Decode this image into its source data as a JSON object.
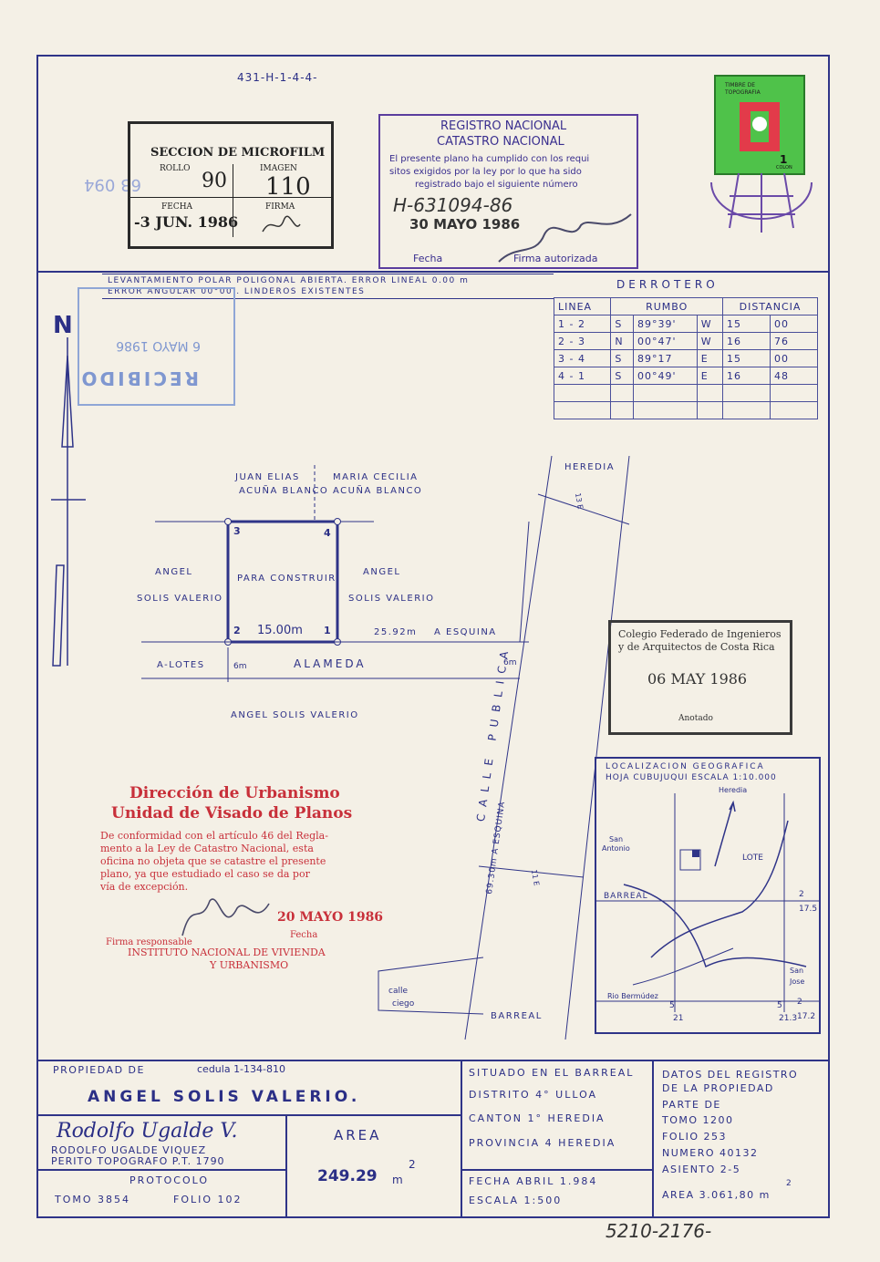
{
  "header": {
    "ref": "431-H-1-4-4-",
    "side_number": "63 094"
  },
  "microfilm": {
    "title": "SECCION DE MICROFILM",
    "rollo_label": "ROLLO",
    "rollo": "90",
    "imagen_label": "IMAGEN",
    "imagen": "110",
    "fecha_label": "FECHA",
    "fecha": "-3 JUN. 1986",
    "firma_label": "FIRMA"
  },
  "registro": {
    "line1": "REGISTRO NACIONAL",
    "line2": "CATASTRO NACIONAL",
    "body1": "El presente plano ha cumplido con los requi",
    "body2": "sitos exigidos por la ley por lo que ha sido",
    "body3": "registrado bajo el siguiente número",
    "number": "H-631094-86",
    "date": "30 MAYO 1986",
    "fecha_label": "Fecha",
    "firma_label": "Firma autorizada"
  },
  "timbre": {
    "line1": "TIMBRE DE",
    "line2": "TOPOGRAFIA",
    "value": "1",
    "unit": "COLON"
  },
  "survey": {
    "line1": "LEVANTAMIENTO POLAR POLIGONAL ABIERTA. ERROR LINEAL 0.00 m",
    "line2": "ERROR ANGULAR 00°00'. LINDEROS EXISTENTES"
  },
  "recibido": {
    "date": "6 MAYO 1986",
    "label": "RECIBIDO"
  },
  "north": "N",
  "derrotero": {
    "title": "DERROTERO",
    "headers": [
      "LINEA",
      "RUMBO",
      "DISTANCIA"
    ],
    "rows": [
      [
        "1 - 2",
        "S",
        "89°39'",
        "W",
        "15",
        "00"
      ],
      [
        "2 - 3",
        "N",
        "00°47'",
        "W",
        "16",
        "76"
      ],
      [
        "3 - 4",
        "S",
        "89°17",
        "E",
        "15",
        "00"
      ],
      [
        "4 - 1",
        "S",
        "00°49'",
        "E",
        "16",
        "48"
      ]
    ]
  },
  "plan": {
    "north_neighbor_1a": "JUAN ELIAS",
    "north_neighbor_1b": "ACUÑA BLANCO",
    "north_neighbor_2a": "MARIA CECILIA",
    "north_neighbor_2b": "ACUÑA BLANCO",
    "west_a": "ANGEL",
    "west_b": "SOLIS VALERIO",
    "east_a": "ANGEL",
    "east_b": "SOLIS VALERIO",
    "inside": "PARA CONSTRUIR",
    "width": "15.00m",
    "v1": "1",
    "v2": "2",
    "v3": "3",
    "v4": "4",
    "to_corner_dist": "25.92m",
    "to_corner": "A ESQUINA",
    "a_lotes": "A-LOTES",
    "alameda": "ALAMEDA",
    "six_m_a": "6m",
    "six_m_b": "6m",
    "south": "ANGEL SOLIS VALERIO",
    "heredia": "HEREDIA",
    "thirteen": "13 E",
    "calle": "CALLE PUBLICA",
    "esquina": "69.30m A ESQUINA",
    "eleven": "11 E",
    "calle_ciego_1": "calle",
    "calle_ciego_2": "ciego",
    "barreal": "BARREAL"
  },
  "colegio": {
    "line1": "Colegio Federado de Ingenieros",
    "line2": "y de Arquitectos de Costa Rica",
    "date": "06 MAY 1986",
    "anotado": "Anotado"
  },
  "urbanismo": {
    "title1": "Dirección de Urbanismo",
    "title2": "Unidad de Visado de Planos",
    "body1": "De conformidad con el artículo 46 del Regla-",
    "body2": "mento a la Ley de Catastro Nacional, esta",
    "body3": "oficina no objeta que se catastre el presente",
    "body4": "plano, ya que estudiado el caso se da por",
    "body5": "vía de excepción.",
    "date": "20 MAYO 1986",
    "firma": "Firma responsable",
    "fecha": "Fecha",
    "inst1": "INSTITUTO NACIONAL DE VIVIENDA",
    "inst2": "Y URBANISMO"
  },
  "location": {
    "title1": "LOCALIZACION GEOGRAFICA",
    "title2": "HOJA CUBUJUQUI ESCALA 1:10.000",
    "heredia": "Heredia",
    "san_antonio_1": "San",
    "san_antonio_2": "Antonio",
    "lote": "LOTE",
    "barreal": "BARREAL",
    "n2a": "2",
    "n175": "17.5",
    "san_jose_1": "San",
    "san_jose_2": "Jose",
    "rio": "Rio Bermúdez",
    "n2b": "2",
    "n172": "17.2",
    "n5a": "5",
    "n21": "21",
    "n5b": "5",
    "n213": "21.3"
  },
  "footer": {
    "propiedad_label": "PROPIEDAD DE",
    "cedula": "cedula 1-134-810",
    "owner": "ANGEL SOLIS VALERIO.",
    "signature": "Rodolfo Ugalde V.",
    "surveyor": "RODOLFO UGALDE VIQUEZ",
    "surveyor_title": "PERITO TOPOGRAFO P.T. 1790",
    "area_label": "AREA",
    "area_value": "249.29",
    "area_unit": "m",
    "area_exp": "2",
    "protocolo": "PROTOCOLO",
    "tomo": "TOMO 3854",
    "folio": "FOLIO 102",
    "situado1": "SITUADO EN EL BARREAL",
    "situado2": "DISTRITO 4° ULLOA",
    "situado3": "CANTON 1° HEREDIA",
    "situado4": "PROVINCIA 4 HEREDIA",
    "fecha": "FECHA ABRIL 1.984",
    "escala": "ESCALA 1:500",
    "datos1": "DATOS DEL REGISTRO",
    "datos2": "DE LA PROPIEDAD",
    "parte": "PARTE DE",
    "dtomo": "TOMO 1200",
    "dfolio": "FOLIO 253",
    "numero": "NUMERO 40132",
    "asiento": "ASIENTO 2-5",
    "area": "AREA 3.061,80 m",
    "area_exp2": "2",
    "handwritten": "5210-2176-"
  }
}
